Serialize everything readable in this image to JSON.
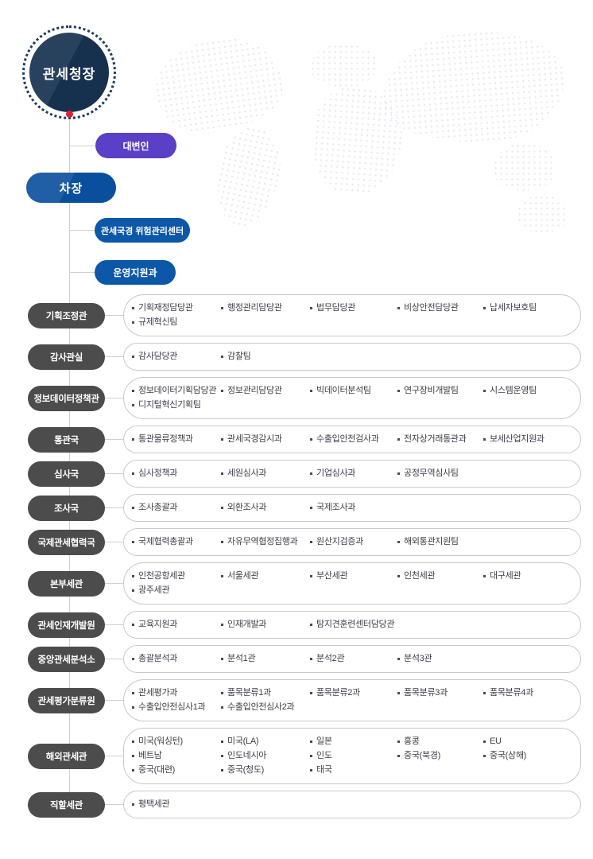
{
  "title": "관세청 조직도",
  "colors": {
    "commissioner": "#16314e",
    "ring": "#1d3b5f",
    "red": "#e32030",
    "spokesperson": "#5a40c6",
    "deputy": "#0a4f9d",
    "subpill": "#0c57a8",
    "dept": "#4c4c4c",
    "line": "#cfcfcf",
    "border": "#c9c9c9",
    "text": "#3d3d49"
  },
  "top": {
    "commissioner": "관세청장",
    "spokesperson": "대변인",
    "deputy": "차장",
    "risk_center": "관세국경 위험관리센터",
    "operation_support": "운영지원과"
  },
  "departments": [
    {
      "name": "기획조정관",
      "units": [
        "기획재정담당관",
        "행정관리담당관",
        "법무담당관",
        "비상안전담당관",
        "납세자보호팀",
        "규제혁신팀"
      ]
    },
    {
      "name": "감사관실",
      "units": [
        "감사담당관",
        "감찰팀"
      ]
    },
    {
      "name": "정보데이터정책관",
      "units": [
        "정보데이터기획담당관",
        "정보관리담당관",
        "빅데이터분석팀",
        "연구장비개발팀",
        "시스템운영팀",
        "디지털혁신기획팀"
      ]
    },
    {
      "name": "통관국",
      "units": [
        "통관물류정책과",
        "관세국경감시과",
        "수출입안전검사과",
        "전자상거래통관과",
        "보세산업지원과"
      ]
    },
    {
      "name": "심사국",
      "units": [
        "심사정책과",
        "세원심사과",
        "기업심사과",
        "공정무역심사팀"
      ]
    },
    {
      "name": "조사국",
      "units": [
        "조사총괄과",
        "외환조사과",
        "국제조사과"
      ]
    },
    {
      "name": "국제관세협력국",
      "units": [
        "국제협력총괄과",
        "자유무역협정집행과",
        "원산지검증과",
        "해외통관지원팀"
      ]
    },
    {
      "name": "본부세관",
      "units": [
        "인천공항세관",
        "서울세관",
        "부산세관",
        "인천세관",
        "대구세관",
        "광주세관"
      ]
    },
    {
      "name": "관세인재개발원",
      "units": [
        "교육지원과",
        "인재개발과",
        "탐지견훈련센터담당관"
      ]
    },
    {
      "name": "중앙관세분석소",
      "units": [
        "총괄분석과",
        "분석1관",
        "분석2관",
        "분석3관"
      ]
    },
    {
      "name": "관세평가분류원",
      "units": [
        "관세평가과",
        "품목분류1과",
        "품목분류2과",
        "품목분류3과",
        "품목분류4과",
        "수출입안전심사1과",
        "수출입안전심사2과"
      ]
    },
    {
      "name": "해외관세관",
      "units": [
        "미국(워싱턴)",
        "미국(LA)",
        "일본",
        "홍콩",
        "EU",
        "베트남",
        "인도네시아",
        "인도",
        "중국(북경)",
        "중국(상해)",
        "중국(대련)",
        "중국(청도)",
        "태국"
      ]
    },
    {
      "name": "직할세관",
      "units": [
        "평택세관"
      ]
    }
  ]
}
